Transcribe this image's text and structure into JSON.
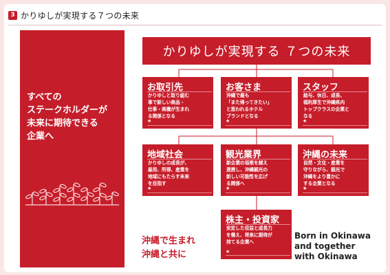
{
  "header": {
    "number": "3",
    "title": "かりゆしが実現する７つの未来"
  },
  "left_panel": {
    "lines": [
      "すべての",
      "ステークホルダーが",
      "未来に期待できる",
      "企業へ"
    ],
    "icon": "sprouts-illustration"
  },
  "main_title": "かりゆしが実現する ７つの未来",
  "cards": [
    {
      "title": "お取引先",
      "desc": [
        "かりゆしと取り組む",
        "事で新しい商品・",
        "仕事・商機が生まれ",
        "る関係となる"
      ]
    },
    {
      "title": "お客さま",
      "desc": [
        "沖縄で最も",
        "「また帰ってきたい」",
        "と思われるホテル",
        "ブランドとなる"
      ]
    },
    {
      "title": "スタッフ",
      "desc": [
        "給与、休日、成長、",
        "福利厚生で沖縄県内",
        "トップクラスの企業と",
        "なる"
      ]
    },
    {
      "title": "地域社会",
      "desc": [
        "かりゆしの成長が、",
        "雇用、所得、産業を",
        "地域にもたらす未来",
        "を目指す"
      ]
    },
    {
      "title": "観光業界",
      "desc": [
        "新企業の垣根を越え",
        "連携し、沖縄観光の",
        "新しい可能性を広げ",
        "る関係へ"
      ]
    },
    {
      "title": "沖縄の未来",
      "desc": [
        "自然・文化・産業を",
        "守りながら、観光で",
        "沖縄をより豊かに",
        "する企業となる"
      ]
    },
    {
      "title": "株主・投資家",
      "desc": [
        "安定した収益と成長力",
        "を備え、将来に期待が",
        "持てる企業へ"
      ]
    }
  ],
  "tagline_jp": [
    "沖縄で生まれ",
    "沖縄と共に"
  ],
  "tagline_en": [
    "Born in Okinawa",
    "and together",
    "with Okinawa"
  ],
  "colors": {
    "accent": "#c61d2a",
    "background": "#fbe6e6"
  }
}
